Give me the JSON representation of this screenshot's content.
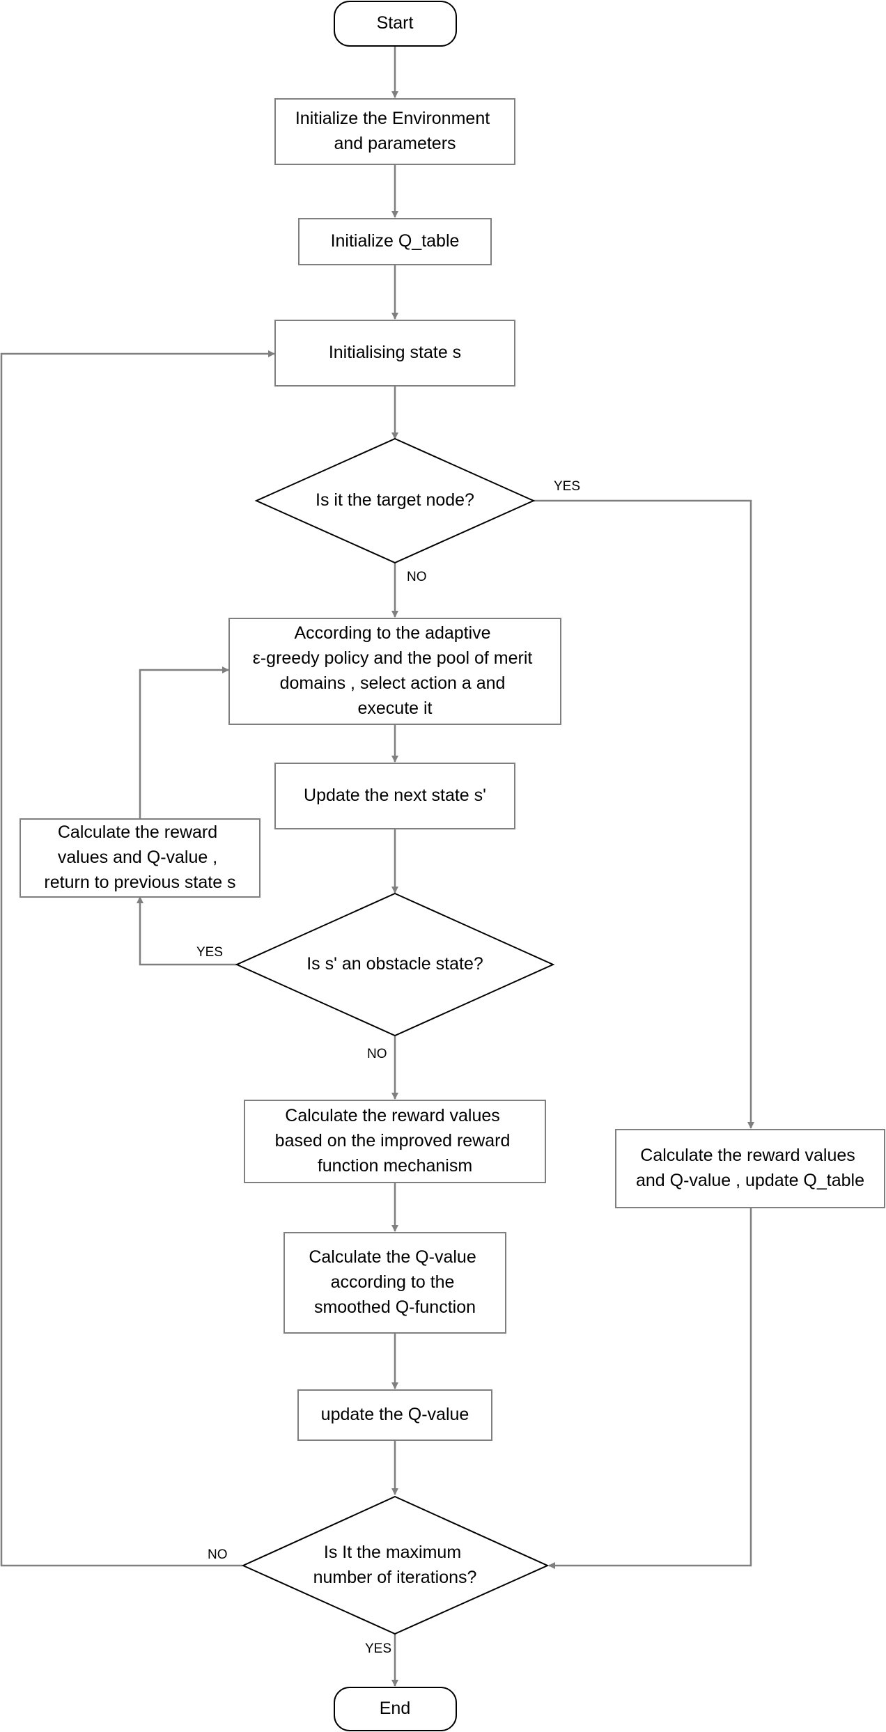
{
  "nodes": {
    "start": {
      "lines": [
        "Start"
      ]
    },
    "init_env": {
      "lines": [
        "Initialize the Environment",
        "and parameters"
      ]
    },
    "init_q": {
      "lines": [
        "Initialize Q_table"
      ]
    },
    "init_state": {
      "lines": [
        "Initialising state s"
      ]
    },
    "is_target": {
      "lines": [
        "Is it the target node?"
      ]
    },
    "select_action": {
      "lines": [
        "According to the adaptive",
        "ε-greedy policy and the pool of merit",
        "domains , select action a and",
        "execute it"
      ]
    },
    "update_next": {
      "lines": [
        "Update the next state s'"
      ]
    },
    "calc_return": {
      "lines": [
        "Calculate the reward",
        "values and Q-value ,",
        "return to previous state s"
      ]
    },
    "is_obstacle": {
      "lines": [
        "Is s' an obstacle state?"
      ]
    },
    "calc_reward": {
      "lines": [
        "Calculate the reward values",
        "based on the improved reward",
        "function mechanism"
      ]
    },
    "calc_q": {
      "lines": [
        "Calculate the Q-value",
        "according to the",
        "smoothed Q-function"
      ]
    },
    "update_q": {
      "lines": [
        "update the Q-value"
      ]
    },
    "is_max": {
      "lines": [
        "Is It the maximum",
        "number of iterations?"
      ]
    },
    "calc_update_table": {
      "lines": [
        "Calculate the reward values",
        "and Q-value ,  update Q_table"
      ]
    },
    "end": {
      "lines": [
        "End"
      ]
    }
  },
  "edge_labels": {
    "target_yes": "YES",
    "target_no": "NO",
    "obstacle_yes": "YES",
    "obstacle_no": "NO",
    "max_no": "NO",
    "max_yes": "YES"
  }
}
